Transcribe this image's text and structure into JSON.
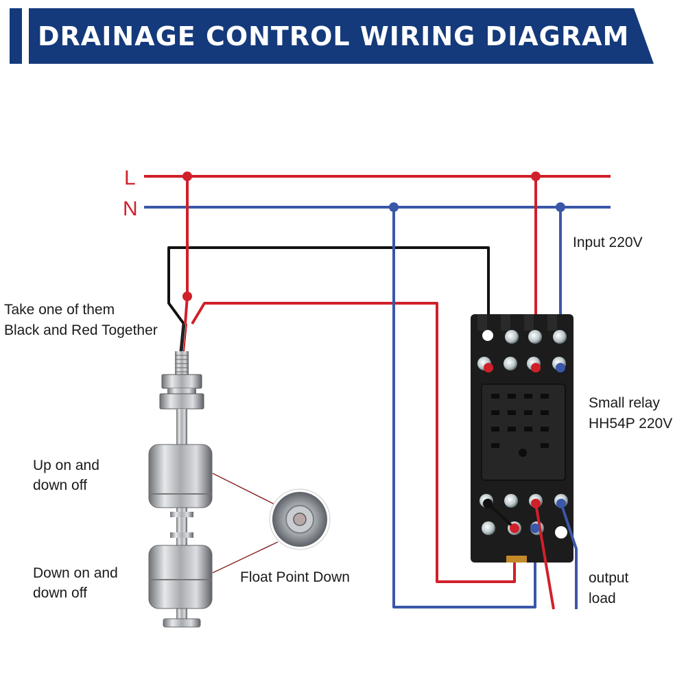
{
  "banner": {
    "title": "DRAINAGE CONTROL WIRING DIAGRAM"
  },
  "lines": {
    "live": "L",
    "neutral": "N"
  },
  "labels": {
    "take_one_line1": "Take one of them",
    "take_one_line2": "Black and Red Together",
    "input": "Input 220V",
    "relay_line1": "Small relay",
    "relay_line2": "HH54P 220V",
    "up_line1": "Up on and",
    "up_line2": "down off",
    "down_line1": "Down on and",
    "down_line2": "down off",
    "float_point": "Float Point Down",
    "output_line1": "output",
    "output_line2": "load"
  },
  "colors": {
    "banner": "#143a7b",
    "live_wire": "#d0202a",
    "neutral_wire": "#3a57a8",
    "signal_wire": "#111111",
    "relay_body": "#1c1c1c",
    "steel": "#b9bcc0"
  }
}
